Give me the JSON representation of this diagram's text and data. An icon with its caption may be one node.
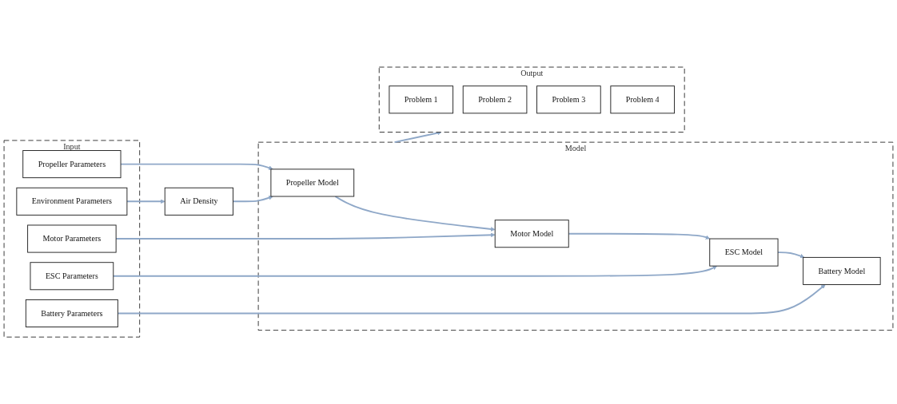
{
  "diagram": {
    "nodes": [
      {
        "text": [
          "Input"
        ]
      },
      {
        "text": [
          "Environment Parameters"
        ],
        "in": 0
      },
      {
        "text": [
          "Propeller Parameters"
        ],
        "in": 0
      },
      {
        "text": [
          "Motor Parameters"
        ],
        "in": 0
      },
      {
        "text": [
          "ESC Parameters"
        ],
        "in": 0
      },
      {
        "text": [
          "Battery Parameters"
        ],
        "in": 0
      },
      {
        "text": [
          "Air Density"
        ]
      },
      {
        "text": [
          "Model"
        ]
      },
      {
        "text": [
          "Propeller Model"
        ],
        "in": 7
      },
      {
        "text": [
          "Motor Model"
        ],
        "in": 7
      },
      {
        "text": [
          "ESC Model"
        ],
        "in": 7
      },
      {
        "text": [
          "Battery Model"
        ],
        "in": 7
      },
      {
        "text": [
          "Output"
        ]
      },
      {
        "text": [
          "Problem 1"
        ],
        "in": 12
      },
      {
        "text": [
          "Problem 2"
        ],
        "in": 12
      },
      {
        "text": [
          "Problem 3"
        ],
        "in": 12
      },
      {
        "text": [
          "Problem 4"
        ],
        "in": 12
      }
    ],
    "edges": [
      {
        "from": 1,
        "to": 6,
        "arrow": "to"
      },
      {
        "from": 6,
        "to": 8,
        "arrow": "to"
      },
      {
        "from": 2,
        "to": 8,
        "arrow": "to"
      },
      {
        "from": 3,
        "to": 9,
        "arrow": "to"
      },
      {
        "from": 4,
        "to": 10,
        "arrow": "to"
      },
      {
        "from": 5,
        "to": 11,
        "arrow": "to"
      },
      {
        "from": 8,
        "to": 9,
        "arrow": "to"
      },
      {
        "from": 9,
        "to": 10,
        "arrow": "to"
      },
      {
        "from": 10,
        "to": 11,
        "arrow": "to"
      },
      {
        "from": 7,
        "to": 12,
        "arrow": "to"
      }
    ]
  }
}
